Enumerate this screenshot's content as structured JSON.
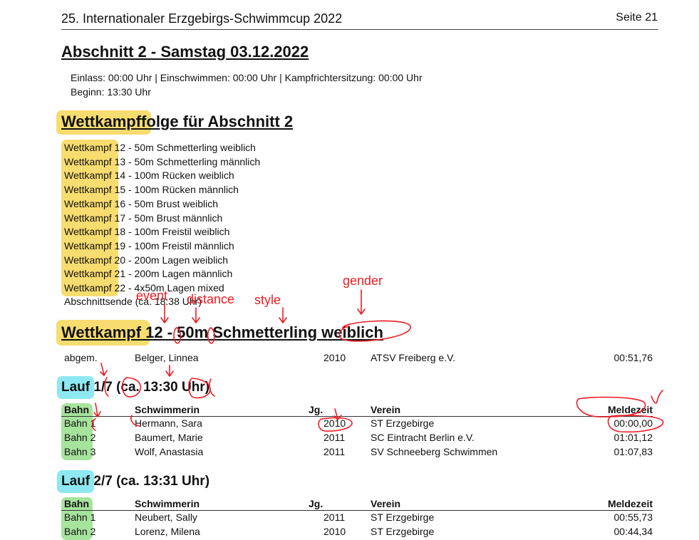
{
  "header": {
    "title": "25. Internationaler Erzgebirgs-Schwimmcup 2022",
    "page": "Seite 21"
  },
  "section": {
    "title": "Abschnitt 2 - Samstag 03.12.2022",
    "info_line1": "Einlass: 00:00 Uhr | Einschwimmen: 00:00 Uhr | Kampfrichtersitzung: 00:00 Uhr",
    "info_line2": "Beginn: 13:30 Uhr"
  },
  "order": {
    "title": "Wettkampffolge für Abschnitt 2",
    "prefix": "Wettkampf",
    "items": [
      " 12 - 50m Schmetterling weiblich",
      " 13 - 50m Schmetterling männlich",
      " 14 - 100m Rücken weiblich",
      " 15 - 100m Rücken männlich",
      " 16 - 50m Brust weiblich",
      " 17 - 50m Brust männlich",
      " 18 - 100m Freistil weiblich",
      " 19 - 100m Freistil männlich",
      " 20 - 200m Lagen weiblich",
      " 21 - 200m Lagen männlich",
      " 22 - 4x50m Lagen mixed"
    ],
    "end_text": "Abschnittsende (ca. 18:38 Uhr)"
  },
  "event": {
    "title": "Wettkampf 12 - 50m Schmetterling weiblich",
    "withdrawn": {
      "status": "abgem.",
      "name": "Belger, Linnea",
      "year": "2010",
      "club": "ATSV Freiberg e.V.",
      "time": "00:51,76"
    }
  },
  "columns": {
    "lane": "Bahn",
    "swimmer": "Schwimmerin",
    "year": "Jg.",
    "club": "Verein",
    "time": "Meldezeit"
  },
  "heats": [
    {
      "title": "Lauf 1/7 (ca. 13:30 Uhr)",
      "rows": [
        {
          "lane": "Bahn 1",
          "name": "Hermann, Sara",
          "year": "2010",
          "club": "ST Erzgebirge",
          "time": "00:00,00"
        },
        {
          "lane": "Bahn 2",
          "name": "Baumert, Marie",
          "year": "2011",
          "club": "SC Eintracht Berlin e.V.",
          "time": "01:01,12"
        },
        {
          "lane": "Bahn 3",
          "name": "Wolf, Anastasia",
          "year": "2011",
          "club": "SV Schneeberg Schwimmen",
          "time": "01:07,83"
        }
      ]
    },
    {
      "title": "Lauf 2/7 (ca. 13:31 Uhr)",
      "rows": [
        {
          "lane": "Bahn 1",
          "name": "Neubert, Sally",
          "year": "2011",
          "club": "ST Erzgebirge",
          "time": "00:55,73"
        },
        {
          "lane": "Bahn 2",
          "name": "Lorenz, Milena",
          "year": "2010",
          "club": "ST Erzgebirge",
          "time": "00:44,34"
        }
      ]
    }
  ],
  "annotations": {
    "event": "event",
    "distance": "distance",
    "style": "style",
    "gender": "gender",
    "ink_color": "#ee1c24"
  }
}
